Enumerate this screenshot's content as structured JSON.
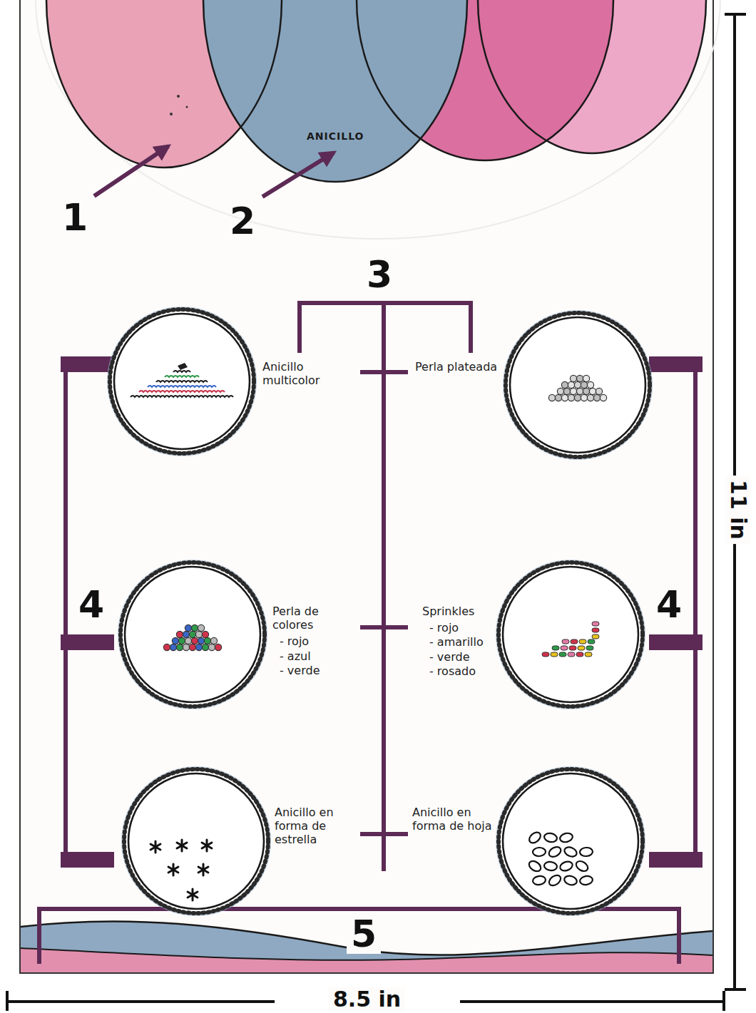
{
  "diagram": {
    "nodes": [
      {
        "text": [
          "ANICILLO"
        ]
      },
      {
        "text": [
          "Anicillo multicolor"
        ]
      },
      {
        "text": [
          "Perla plateada"
        ]
      },
      {
        "text": [
          "Perla de colores",
          "- rojo",
          "- azul",
          "- verde"
        ]
      },
      {
        "text": [
          "Sprinkles",
          "- rojo",
          "- amarillo",
          "- verde",
          "- rosado"
        ]
      },
      {
        "text": [
          "Anicillo en forma de estrella"
        ]
      },
      {
        "text": [
          "Anicillo en forma de hoja"
        ]
      }
    ],
    "labels": [
      "1",
      "2",
      "3",
      "4",
      "4",
      "5",
      "11 in",
      "8.5 in"
    ]
  }
}
